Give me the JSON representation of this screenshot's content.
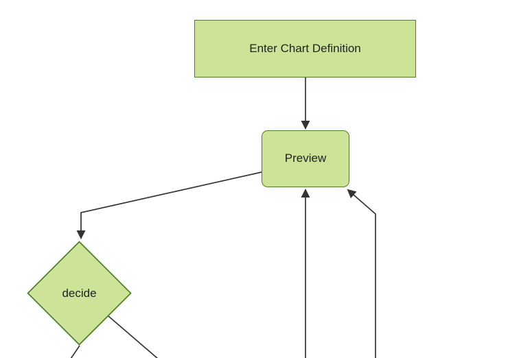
{
  "diagram": {
    "type": "flowchart",
    "nodes": {
      "enter_chart_definition": {
        "label": "Enter Chart Definition",
        "shape": "rectangle"
      },
      "preview": {
        "label": "Preview",
        "shape": "rounded-rectangle"
      },
      "decide": {
        "label": "decide",
        "shape": "diamond"
      }
    },
    "edges": [
      {
        "from": "enter_chart_definition",
        "to": "preview",
        "arrowhead": true
      },
      {
        "from": "preview",
        "to": "decide",
        "arrowhead": true
      },
      {
        "from": "decide",
        "to": "offscreen-bottom-left",
        "arrowhead": false
      },
      {
        "from": "decide",
        "to": "offscreen-bottom-right",
        "arrowhead": false
      },
      {
        "from": "offscreen-bottom-center",
        "to": "preview",
        "arrowhead": true
      },
      {
        "from": "offscreen-bottom-right",
        "to": "preview",
        "arrowhead": true
      }
    ],
    "colors": {
      "node_fill": "#cde498",
      "node_border": "#4e7c28",
      "edge": "#333333",
      "text": "#222222",
      "background": "#ffffff"
    }
  }
}
